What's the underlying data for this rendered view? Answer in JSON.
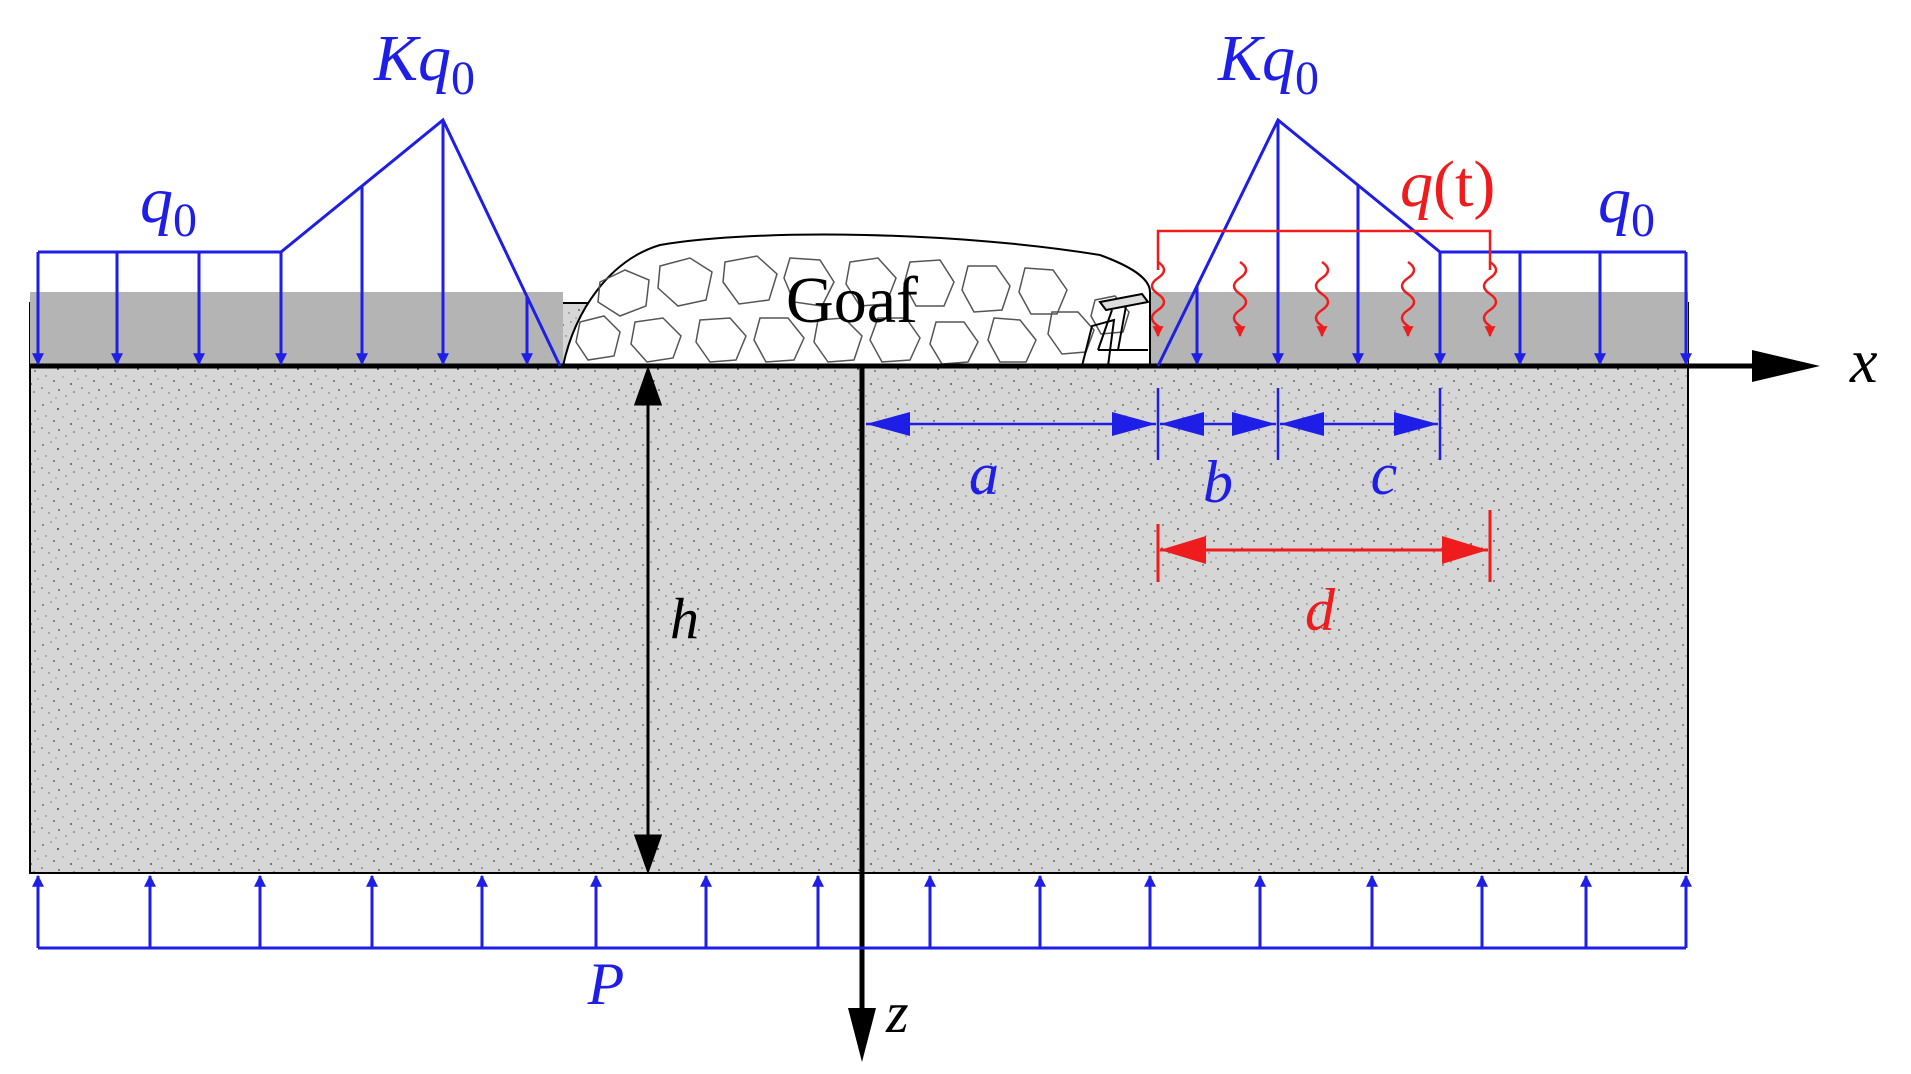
{
  "labels": {
    "kq0_left": {
      "base": "Kq",
      "sub": "0"
    },
    "kq0_right": {
      "base": "Kq",
      "sub": "0"
    },
    "q0_left": {
      "base": "q",
      "sub": "0"
    },
    "q0_right": {
      "base": "q",
      "sub": "0"
    },
    "q_t": {
      "base": "q",
      "paren": "(t)"
    },
    "goaf": "Goaf",
    "x_axis": "x",
    "z_axis": "z",
    "a": "a",
    "b": "b",
    "c": "c",
    "d": "d",
    "h": "h",
    "P": "P"
  },
  "colors": {
    "load": "#1e1ee6",
    "dynamic": "#ee1c1c",
    "axis": "#000000",
    "strata": "#d6d6d6",
    "coal_band": "#b4b4b4"
  }
}
